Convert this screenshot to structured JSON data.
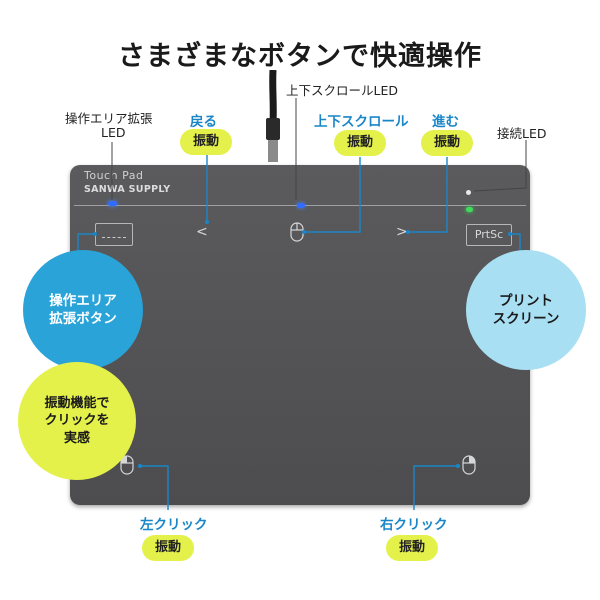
{
  "title": "さまざまなボタンで快適操作",
  "labels": {
    "area_led_line1": "操作エリア拡張",
    "area_led_line2": "LED",
    "scroll_led": "上下スクロールLED",
    "connect_led": "接続LED",
    "back": "戻る",
    "scroll": "上下スクロール",
    "forward": "進む",
    "left_click": "左クリック",
    "right_click": "右クリック",
    "vibration": "振動"
  },
  "device": {
    "brand_line1": "Touch Pad",
    "brand_line2": "SANWA SUPPLY",
    "prtsc_key": "PrtSc",
    "back_glyph": "<",
    "forward_glyph": ">"
  },
  "circles": {
    "area_button_line1": "操作エリア",
    "area_button_line2": "拡張ボタン",
    "vibration_line1": "振動機能で",
    "vibration_line2": "クリックを",
    "vibration_line3": "実感",
    "printscreen_line1": "プリント",
    "printscreen_line2": "スクリーン"
  },
  "colors": {
    "accent_blue": "#1a86c8",
    "pill_lime": "#e4f14a",
    "circle_blue": "#2aa3d8",
    "circle_light_blue": "#a9dff3",
    "pad_gray": "#555557",
    "led_blue": "#2f6cff",
    "led_green": "#3ddc5a"
  }
}
